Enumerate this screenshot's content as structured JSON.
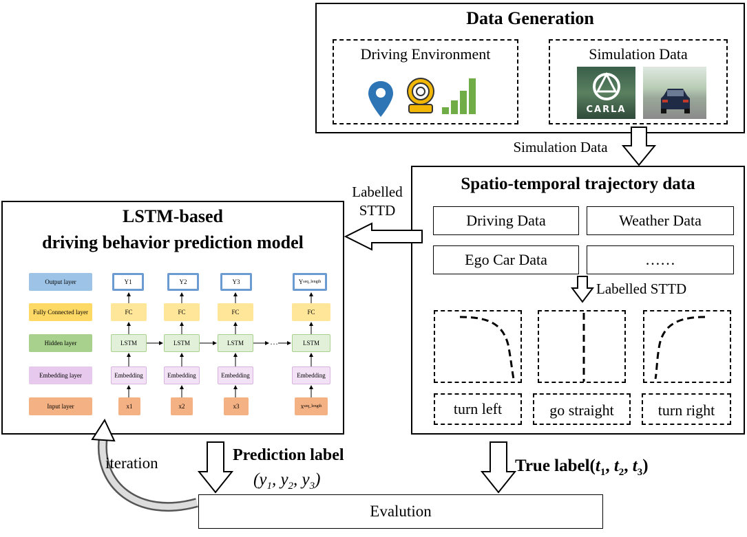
{
  "data_generation": {
    "title": "Data Generation",
    "driving_environment_label": "Driving Environment",
    "simulation_data_label": "Simulation Data",
    "carla_logo_text": "CARLA"
  },
  "arrows": {
    "simulation_data": "Simulation Data",
    "labelled_sttd_line1": "Labelled",
    "labelled_sttd_line2": "STTD",
    "labelled_sttd_inner": "Labelled STTD",
    "iteration": "iteration"
  },
  "sttd": {
    "title": "Spatio-temporal trajectory data",
    "cells": [
      "Driving Data",
      "Weather Data",
      "Ego Car Data",
      "……"
    ],
    "labels": [
      "turn left",
      "go straight",
      "turn right"
    ]
  },
  "lstm": {
    "title_line1": "LSTM-based",
    "title_line2": "driving behavior prediction model",
    "layers": [
      "Output layer",
      "Fully Connected layer",
      "Hidden layer",
      "Embedding layer",
      "Input layer"
    ],
    "output_labels": [
      "Y1",
      "Y2",
      "Y3",
      "Yseq_length"
    ],
    "fc_label": "FC",
    "lstm_label": "LSTM",
    "embedding_label": "Embedding",
    "input_labels": [
      "x1",
      "x2",
      "x3",
      "xseq_length"
    ],
    "ellipsis": "…",
    "colors": {
      "output": "#9DC3E6",
      "fc": "#FFD966",
      "hidden": "#A9D18E",
      "embedding": "#E6C9EC",
      "input": "#F4B183",
      "output_border": "#6B9BD1"
    }
  },
  "prediction": {
    "label": "Prediction label",
    "formula": "(y1, y2, y3)"
  },
  "true_label": {
    "label": "True label(t1, t2, t3)"
  },
  "evaluation": {
    "label": "Evalution"
  }
}
